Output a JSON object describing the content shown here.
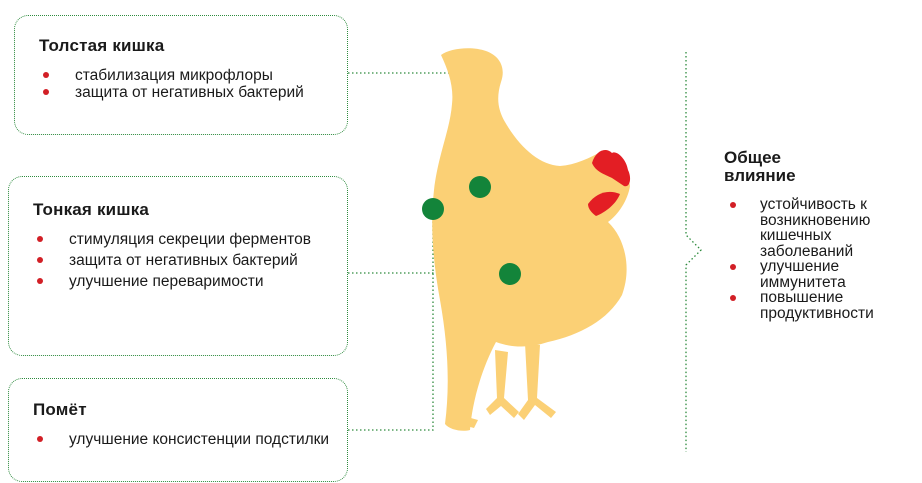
{
  "sections": {
    "large_intestine": {
      "title": "Толстая кишка",
      "items": [
        "стабилизация микрофлоры",
        "защита от негативных бактерий"
      ]
    },
    "small_intestine": {
      "title": "Тонкая кишка",
      "items": [
        "стимуляция секреции ферментов",
        "защита от негативных бактерий",
        "улучшение переваримости"
      ]
    },
    "litter": {
      "title": "Помёт",
      "items": [
        "улучшение консистенции подстилки"
      ]
    }
  },
  "overall": {
    "title": "Общее влияние",
    "items": [
      "устойчивость к возникновению кишечных заболеваний",
      "улучшение иммунитета",
      "повышение продуктивности"
    ]
  },
  "colors": {
    "bullet": "#d21f26",
    "border": "#2e8b3e",
    "marker": "#13843a",
    "chicken_body": "#fbd075",
    "comb": "#e31e24"
  },
  "icons": {
    "chicken": "chicken-silhouette-icon",
    "marker": "green-dot-marker-icon"
  }
}
